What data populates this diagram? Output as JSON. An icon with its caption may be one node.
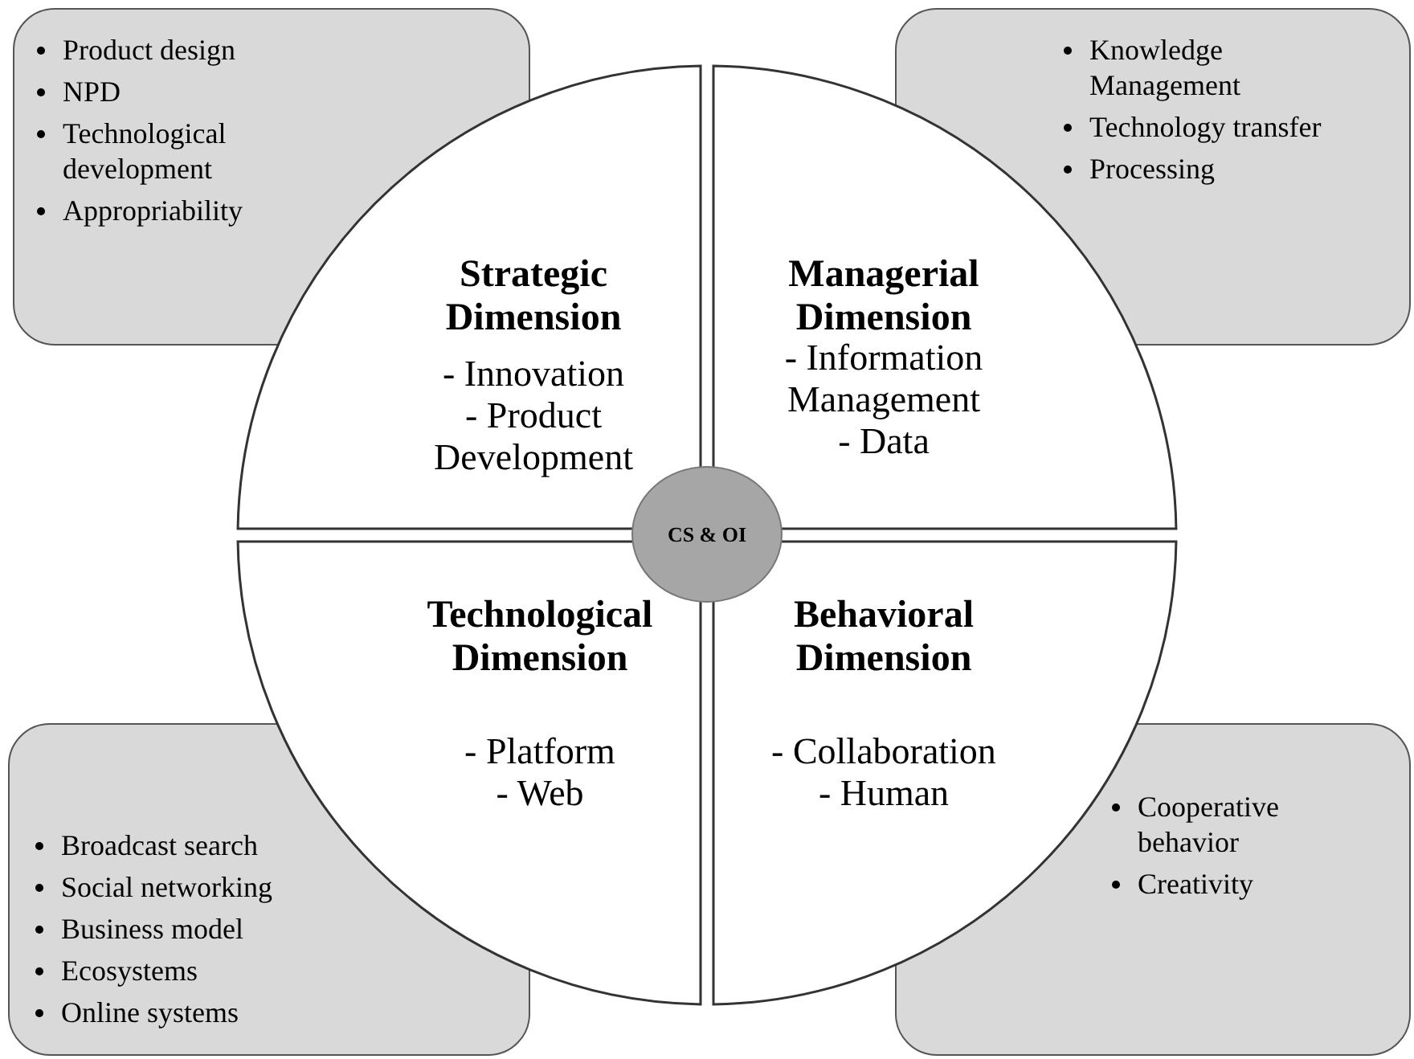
{
  "diagram": {
    "nodes": [
      {
        "text": [
          "Product design",
          "NPD",
          "Technological development",
          "Appropriability"
        ]
      },
      {
        "text": [
          "Knowledge Management",
          "Technology transfer",
          "Processing"
        ]
      },
      {
        "text": [
          "Strategic Dimension",
          "- Innovation",
          "- Product Development"
        ]
      },
      {
        "text": [
          "Managerial Dimension",
          "- Information Management",
          "- Data"
        ]
      },
      {
        "text": [
          "CS & OI"
        ]
      },
      {
        "text": [
          "Technological Dimension",
          "- Platform",
          "- Web"
        ]
      },
      {
        "text": [
          "Behavioral Dimension",
          "- Collaboration",
          "- Human"
        ]
      },
      {
        "text": [
          "Broadcast search",
          "Social networking",
          "Business model",
          "Ecosystems",
          "Online systems"
        ]
      },
      {
        "text": [
          "Cooperative behavior",
          "Creativity"
        ]
      }
    ]
  }
}
